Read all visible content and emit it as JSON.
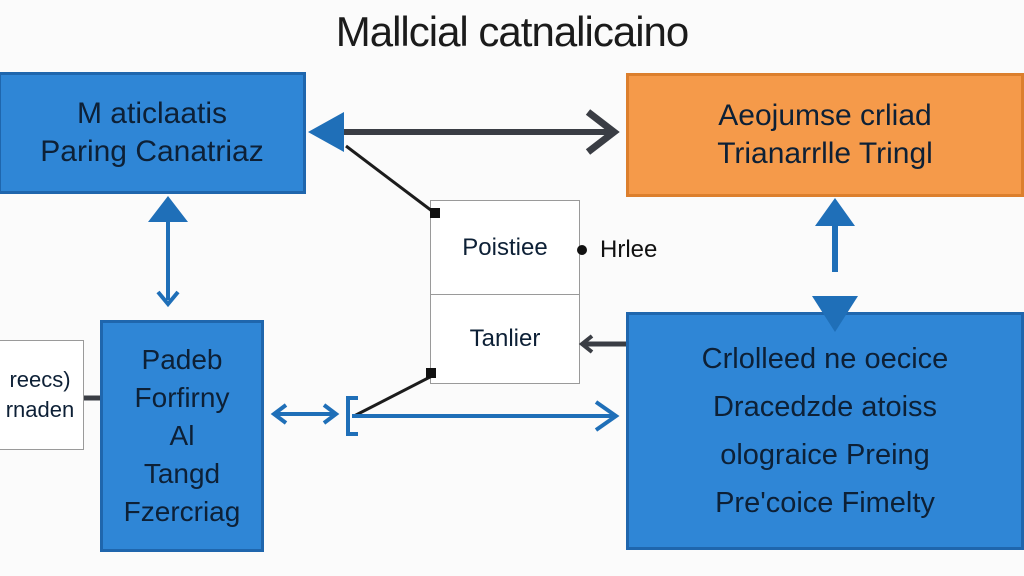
{
  "title": "Mallcial catnalicaino",
  "boxes": {
    "top_left": [
      "M aticlaatis",
      "Paring Canatriaz"
    ],
    "top_right": [
      "Aeojumse crliad",
      "Trianarrlle Tringl"
    ],
    "middle_left": [
      "Padeb",
      "Forfirny",
      "Al",
      "Tangd",
      "Fzercriag"
    ],
    "bottom_right": [
      "Crlolleed ne oecice",
      "Dracedzde atoiss",
      "olograice Preing",
      "Pre'coice Fimelty"
    ],
    "center_top": "Poistiee",
    "center_bottom": "Tanlier",
    "far_left": [
      "reecs)",
      "rnaden"
    ]
  },
  "side_label": "Hrlee",
  "colors": {
    "box_blue": "#2f86d6",
    "box_blue_dark": "#1f6fc0",
    "box_orange": "#f59a4a",
    "arrow_blue": "#2f7fc9",
    "arrow_dark": "#3a3d44"
  }
}
